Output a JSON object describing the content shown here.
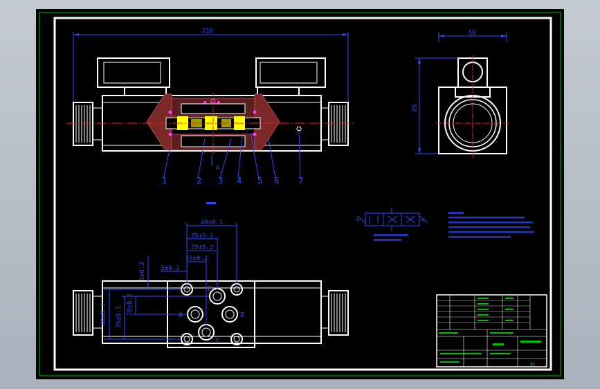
{
  "drawing": {
    "background": "#000000",
    "border_color": "#ffffff",
    "frame_color": "#00c000",
    "dim_color": "#2e4bff",
    "center_color": "#ff2020",
    "part_color": "#ffffff",
    "hatch_color": "#c04040",
    "spool_color": "#ffff00",
    "seal_color": "#ff40ff"
  },
  "top_view": {
    "overall_length": "218",
    "part_numbers": [
      "1",
      "2",
      "3",
      "4",
      "5",
      "6",
      "7"
    ],
    "section_label": "A"
  },
  "side_view": {
    "width": "58",
    "height": "85"
  },
  "bottom_view": {
    "dims": [
      "40±0.1",
      "35±0.2",
      "25±0.2",
      "15±0.2",
      "5±0.2",
      "5±0.2",
      "40±0.1",
      "35±0.2",
      "20±0.2"
    ],
    "ports": {
      "p": "P",
      "a": "A",
      "b": "B",
      "t": "T"
    }
  },
  "symbol": {
    "left": "W",
    "right": "W"
  },
  "title_block": {
    "sheet": "A1"
  }
}
